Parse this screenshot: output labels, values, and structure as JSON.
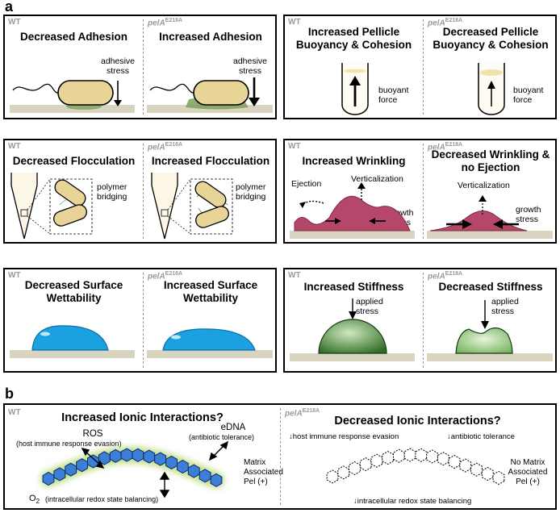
{
  "panels": {
    "a": "a",
    "b": "b"
  },
  "genotypes": {
    "wt": "WT",
    "mutant_name": "pelA",
    "mutant_sup": "E218A"
  },
  "adhesion": {
    "wt_title": "Decreased Adhesion",
    "mut_title": "Increased Adhesion",
    "label_wt": "adhesive\nstress",
    "label_mut": "adhesive\nstress"
  },
  "pellicle": {
    "wt_title": "Increased Pellicle\nBuoyancy & Cohesion",
    "mut_title": "Decreased Pellicle\nBuoyancy & Cohesion",
    "label_wt": "buoyant\nforce",
    "label_mut": "buoyant\nforce"
  },
  "flocculation": {
    "wt_title": "Decreased Flocculation",
    "mut_title": "Increased Flocculation",
    "label_wt": "polymer\nbridging",
    "label_mut": "polymer\nbridging"
  },
  "wrinkling": {
    "wt_title": "Increased Wrinkling",
    "mut_title": "Decreased Wrinkling &\nno Ejection",
    "ejection": "Ejection",
    "verticalization_wt": "Verticalization",
    "verticalization_mut": "Verticalization",
    "growth_wt": "growth\nstress",
    "growth_mut": "growth\nstress"
  },
  "wettability": {
    "wt_title": "Decreased Surface\nWettability",
    "mut_title": "Increased Surface\nWettability"
  },
  "stiffness": {
    "wt_title": "Increased Stiffness",
    "mut_title": "Decreased Stiffness",
    "label_wt": "applied\nstress",
    "label_mut": "applied\nstress"
  },
  "ionic": {
    "wt_title": "Increased Ionic Interactions?",
    "mut_title": "Decreased Ionic Interactions?",
    "ros": "ROS",
    "ros_sub": "(host immune response evasion)",
    "edna": "eDNA",
    "edna_sub": "(antibiotic tolerance)",
    "o2": "O",
    "o2_sub_num": "2",
    "o2_sub": "(intracellular redox state balancing)",
    "matrix_wt": "Matrix\nAssociated\nPel (+)",
    "host_mut": "↓host immune response evasion",
    "antibiotic_mut": "↓antibiotic tolerance",
    "redox_mut": "↓intracellular redox state balancing",
    "matrix_mut": "No Matrix\nAssociated\nPel (+)"
  },
  "colors": {
    "bacterium": "#e8d497",
    "matrix_green": "#7da05a",
    "ground": "#d9d4c0",
    "pellicle_yellow": "#f1e3ad",
    "wrinkle_red": "#b5476b",
    "droplet_blue": "#1ba1e2",
    "stiff_green": "#4e8f3a",
    "hexagon_blue": "#3c7fd8",
    "divider_gray": "#9a9a9a"
  }
}
